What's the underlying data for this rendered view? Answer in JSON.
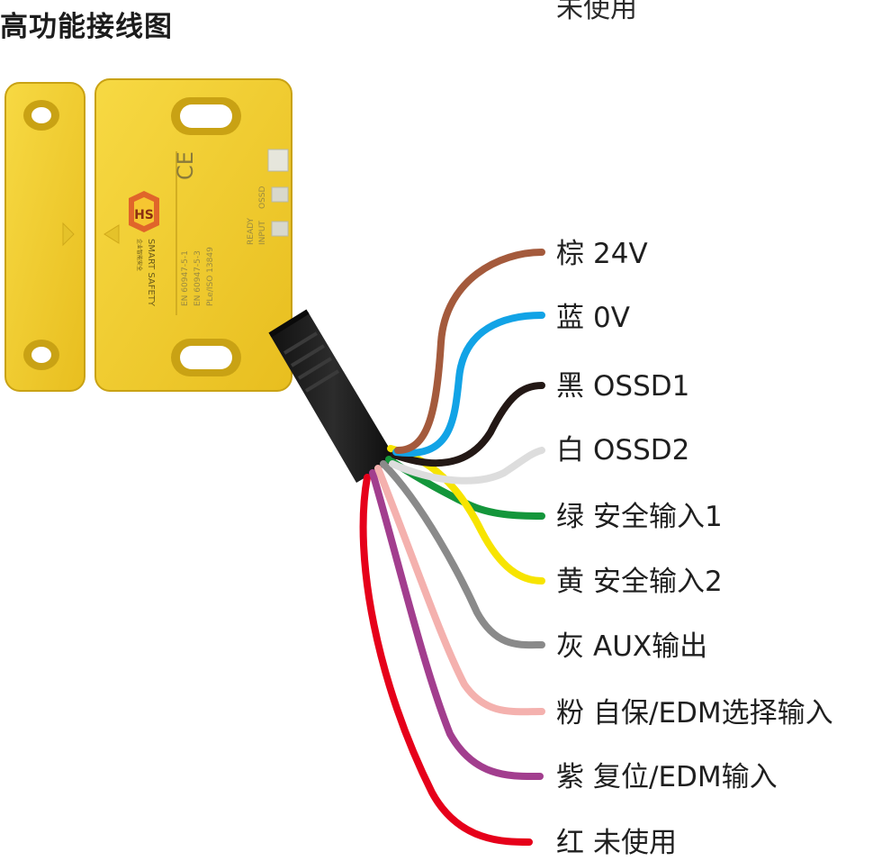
{
  "title": "高功能接线图",
  "top_clipped_text": "未使用",
  "product": {
    "logo_text": "SMART SAFETY",
    "logo_subtext": "企业智能安全",
    "certifications": [
      "EN 60947-5-1",
      "EN 60947-5-3",
      "PLe/ISO 13849"
    ],
    "ce_mark": "CE",
    "led_labels": [
      "OSSD",
      "INPUT",
      "READY"
    ],
    "body_color": "#F2CE2E"
  },
  "wires": [
    {
      "color_name": "棕",
      "function": "24V",
      "color": "#A45A3C"
    },
    {
      "color_name": "蓝",
      "function": "0V",
      "color": "#12A3E6"
    },
    {
      "color_name": "黑",
      "function": "OSSD1",
      "color": "#231815"
    },
    {
      "color_name": "白",
      "function": "OSSD2",
      "color": "#DDDDDD"
    },
    {
      "color_name": "绿",
      "function": "安全输入1",
      "color": "#14963B"
    },
    {
      "color_name": "黄",
      "function": "安全输入2",
      "color": "#F7E400"
    },
    {
      "color_name": "灰",
      "function": "AUX输出",
      "color": "#8A8A8A"
    },
    {
      "color_name": "粉",
      "function": "自保/EDM选择输入",
      "color": "#F4B1AE"
    },
    {
      "color_name": "紫",
      "function": "复位/EDM输入",
      "color": "#A23E8E"
    },
    {
      "color_name": "红",
      "function": "未使用",
      "color": "#E6001A"
    }
  ]
}
